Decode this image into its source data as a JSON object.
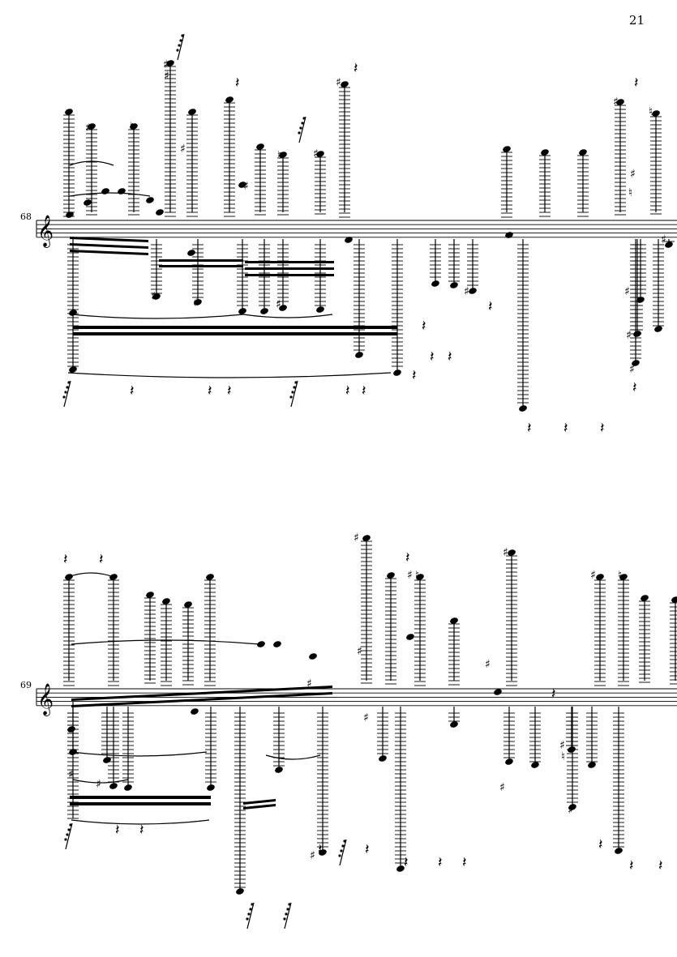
{
  "page": {
    "number": "21"
  },
  "systems": [
    {
      "measure_number": "68",
      "clef": "treble"
    },
    {
      "measure_number": "69",
      "clef": "treble"
    }
  ],
  "symbols": {
    "sharp": "♯",
    "natural": "♮",
    "rest": "𝄽"
  }
}
